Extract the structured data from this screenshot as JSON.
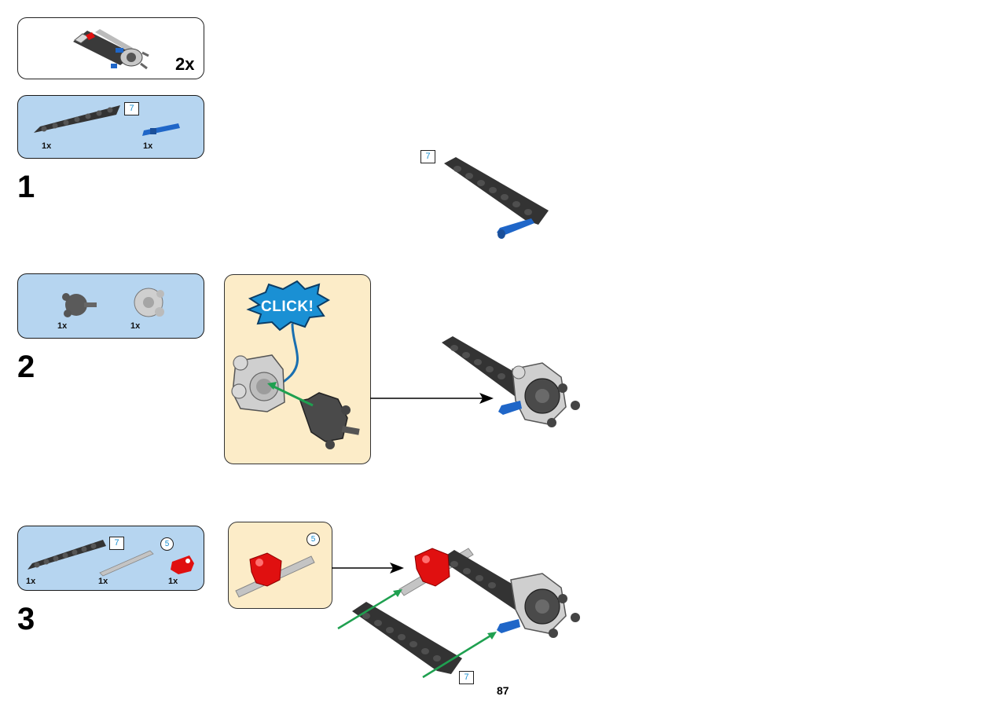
{
  "submodel": {
    "multiplier": "2x"
  },
  "steps": [
    {
      "number": "1",
      "parts": [
        {
          "name": "beam-7",
          "qty": "1x",
          "length": "7"
        },
        {
          "name": "blue-axle-pin",
          "qty": "1x"
        }
      ],
      "assembly_length_tag": "7"
    },
    {
      "number": "2",
      "parts": [
        {
          "name": "dark-gray-rotation-joint",
          "qty": "1x"
        },
        {
          "name": "light-gray-rotation-socket",
          "qty": "1x"
        }
      ],
      "callout_text": "CLICK!"
    },
    {
      "number": "3",
      "parts": [
        {
          "name": "beam-7",
          "qty": "1x",
          "length": "7"
        },
        {
          "name": "axle-5",
          "qty": "1x",
          "length": "5"
        },
        {
          "name": "red-cross-block",
          "qty": "1x"
        }
      ],
      "callout_length_tag": "5",
      "assembly_length_tag": "7"
    }
  ],
  "page_number": "87",
  "colors": {
    "parts_bg": "#b6d5f0",
    "callout_bg": "#fcecc8",
    "beam": "#3a3a3a",
    "pin_blue": "#1f66c8",
    "cross_red": "#e01010",
    "arrow_green": "#1fa050",
    "len_blue": "#1a8fd0"
  }
}
